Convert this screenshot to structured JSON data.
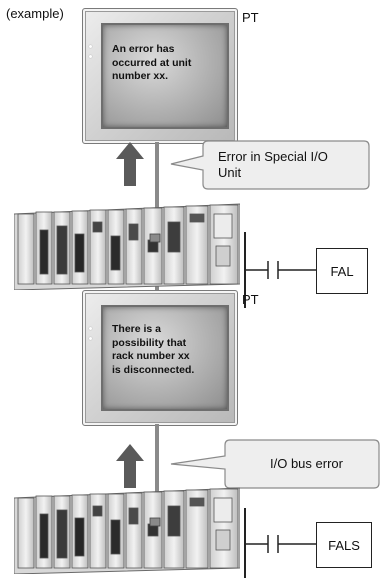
{
  "example_label": "(example)",
  "panels": [
    {
      "pt_label": "PT",
      "screen_message": "An error has\noccurred at unit\nnumber xx.",
      "callout_text": "Error in Special I/O\nUnit",
      "instruction": "FAL"
    },
    {
      "pt_label": "PT",
      "screen_message": "There is a\npossibility that\nrack number xx\nis disconnected.",
      "callout_text": "I/O bus error",
      "instruction": "FALS"
    }
  ]
}
